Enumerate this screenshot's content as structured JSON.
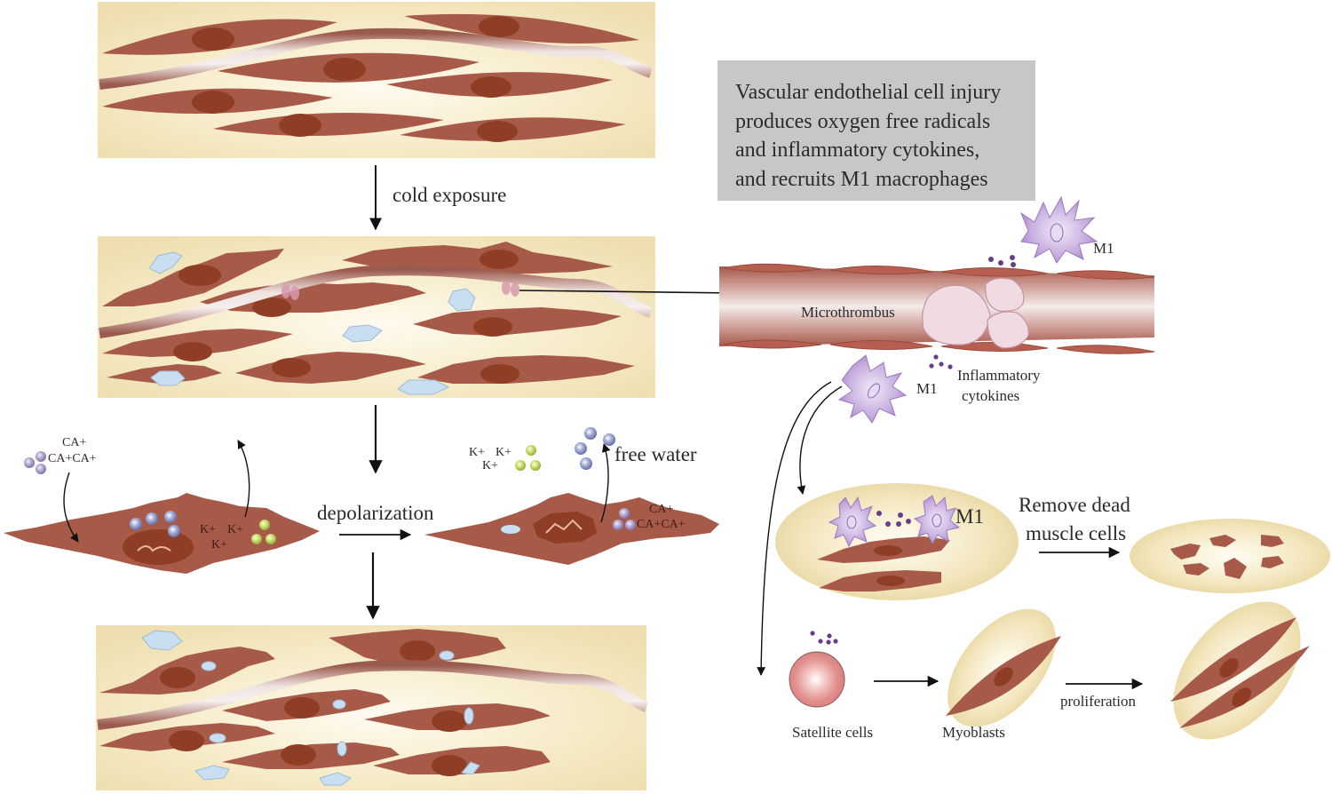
{
  "figure": {
    "type": "pathophysiology-diagram",
    "colors": {
      "tissue_background": "#f3e6bd",
      "muscle_cell": "#a85a49",
      "nucleus": "#8f3e25",
      "vessel": "#b67264",
      "macrophage": "#b89ad6",
      "edema_fluid": "#c9def0",
      "note_box": "#c7c7c8",
      "satellite_cell": "#e1908f"
    }
  },
  "left_panel": {
    "step1_label": "cold exposure",
    "depolarization": {
      "label": "depolarization",
      "before": {
        "calcium_ions": [
          "CA+",
          "CA+CA+"
        ],
        "potassium_ions": [
          "K+",
          "K+",
          "K+"
        ]
      },
      "after": {
        "potassium_ions": [
          "K+",
          "K+",
          "K+"
        ],
        "free_water_label": "free water",
        "calcium_ions": [
          "CA+",
          "CA+CA+"
        ]
      }
    }
  },
  "right_panel": {
    "note": {
      "lines": [
        "Vascular endothelial cell injury",
        "produces oxygen free radicals",
        "and inflammatory  cytokines,",
        "and recruits M1 macrophages"
      ]
    },
    "vessel": {
      "microthrombus_label": "Microthrombus",
      "macrophage_top_label": "M1",
      "macrophage_bottom_label": "M1",
      "cytokines_label": [
        "Inflammatory",
        "cytokines"
      ]
    },
    "clearance": {
      "macrophage_label": "M1",
      "action_label": [
        "Remove dead",
        "muscle cells"
      ]
    },
    "regeneration": {
      "satellite_label": "Satellite cells",
      "myoblast_label": "Myoblasts",
      "proliferation_label": "proliferation"
    }
  }
}
